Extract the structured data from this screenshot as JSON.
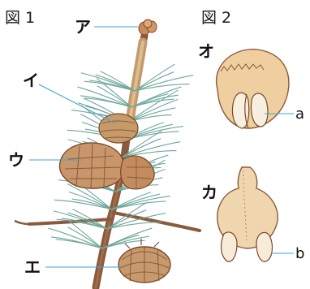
{
  "figure1": {
    "title": "図 1",
    "labels": {
      "a": "ア",
      "i": "イ",
      "u": "ウ",
      "e": "エ"
    }
  },
  "figure2": {
    "title": "図 2",
    "labels": {
      "o": "オ",
      "ka": "カ",
      "small_a": "a",
      "small_b": "b"
    }
  }
}
